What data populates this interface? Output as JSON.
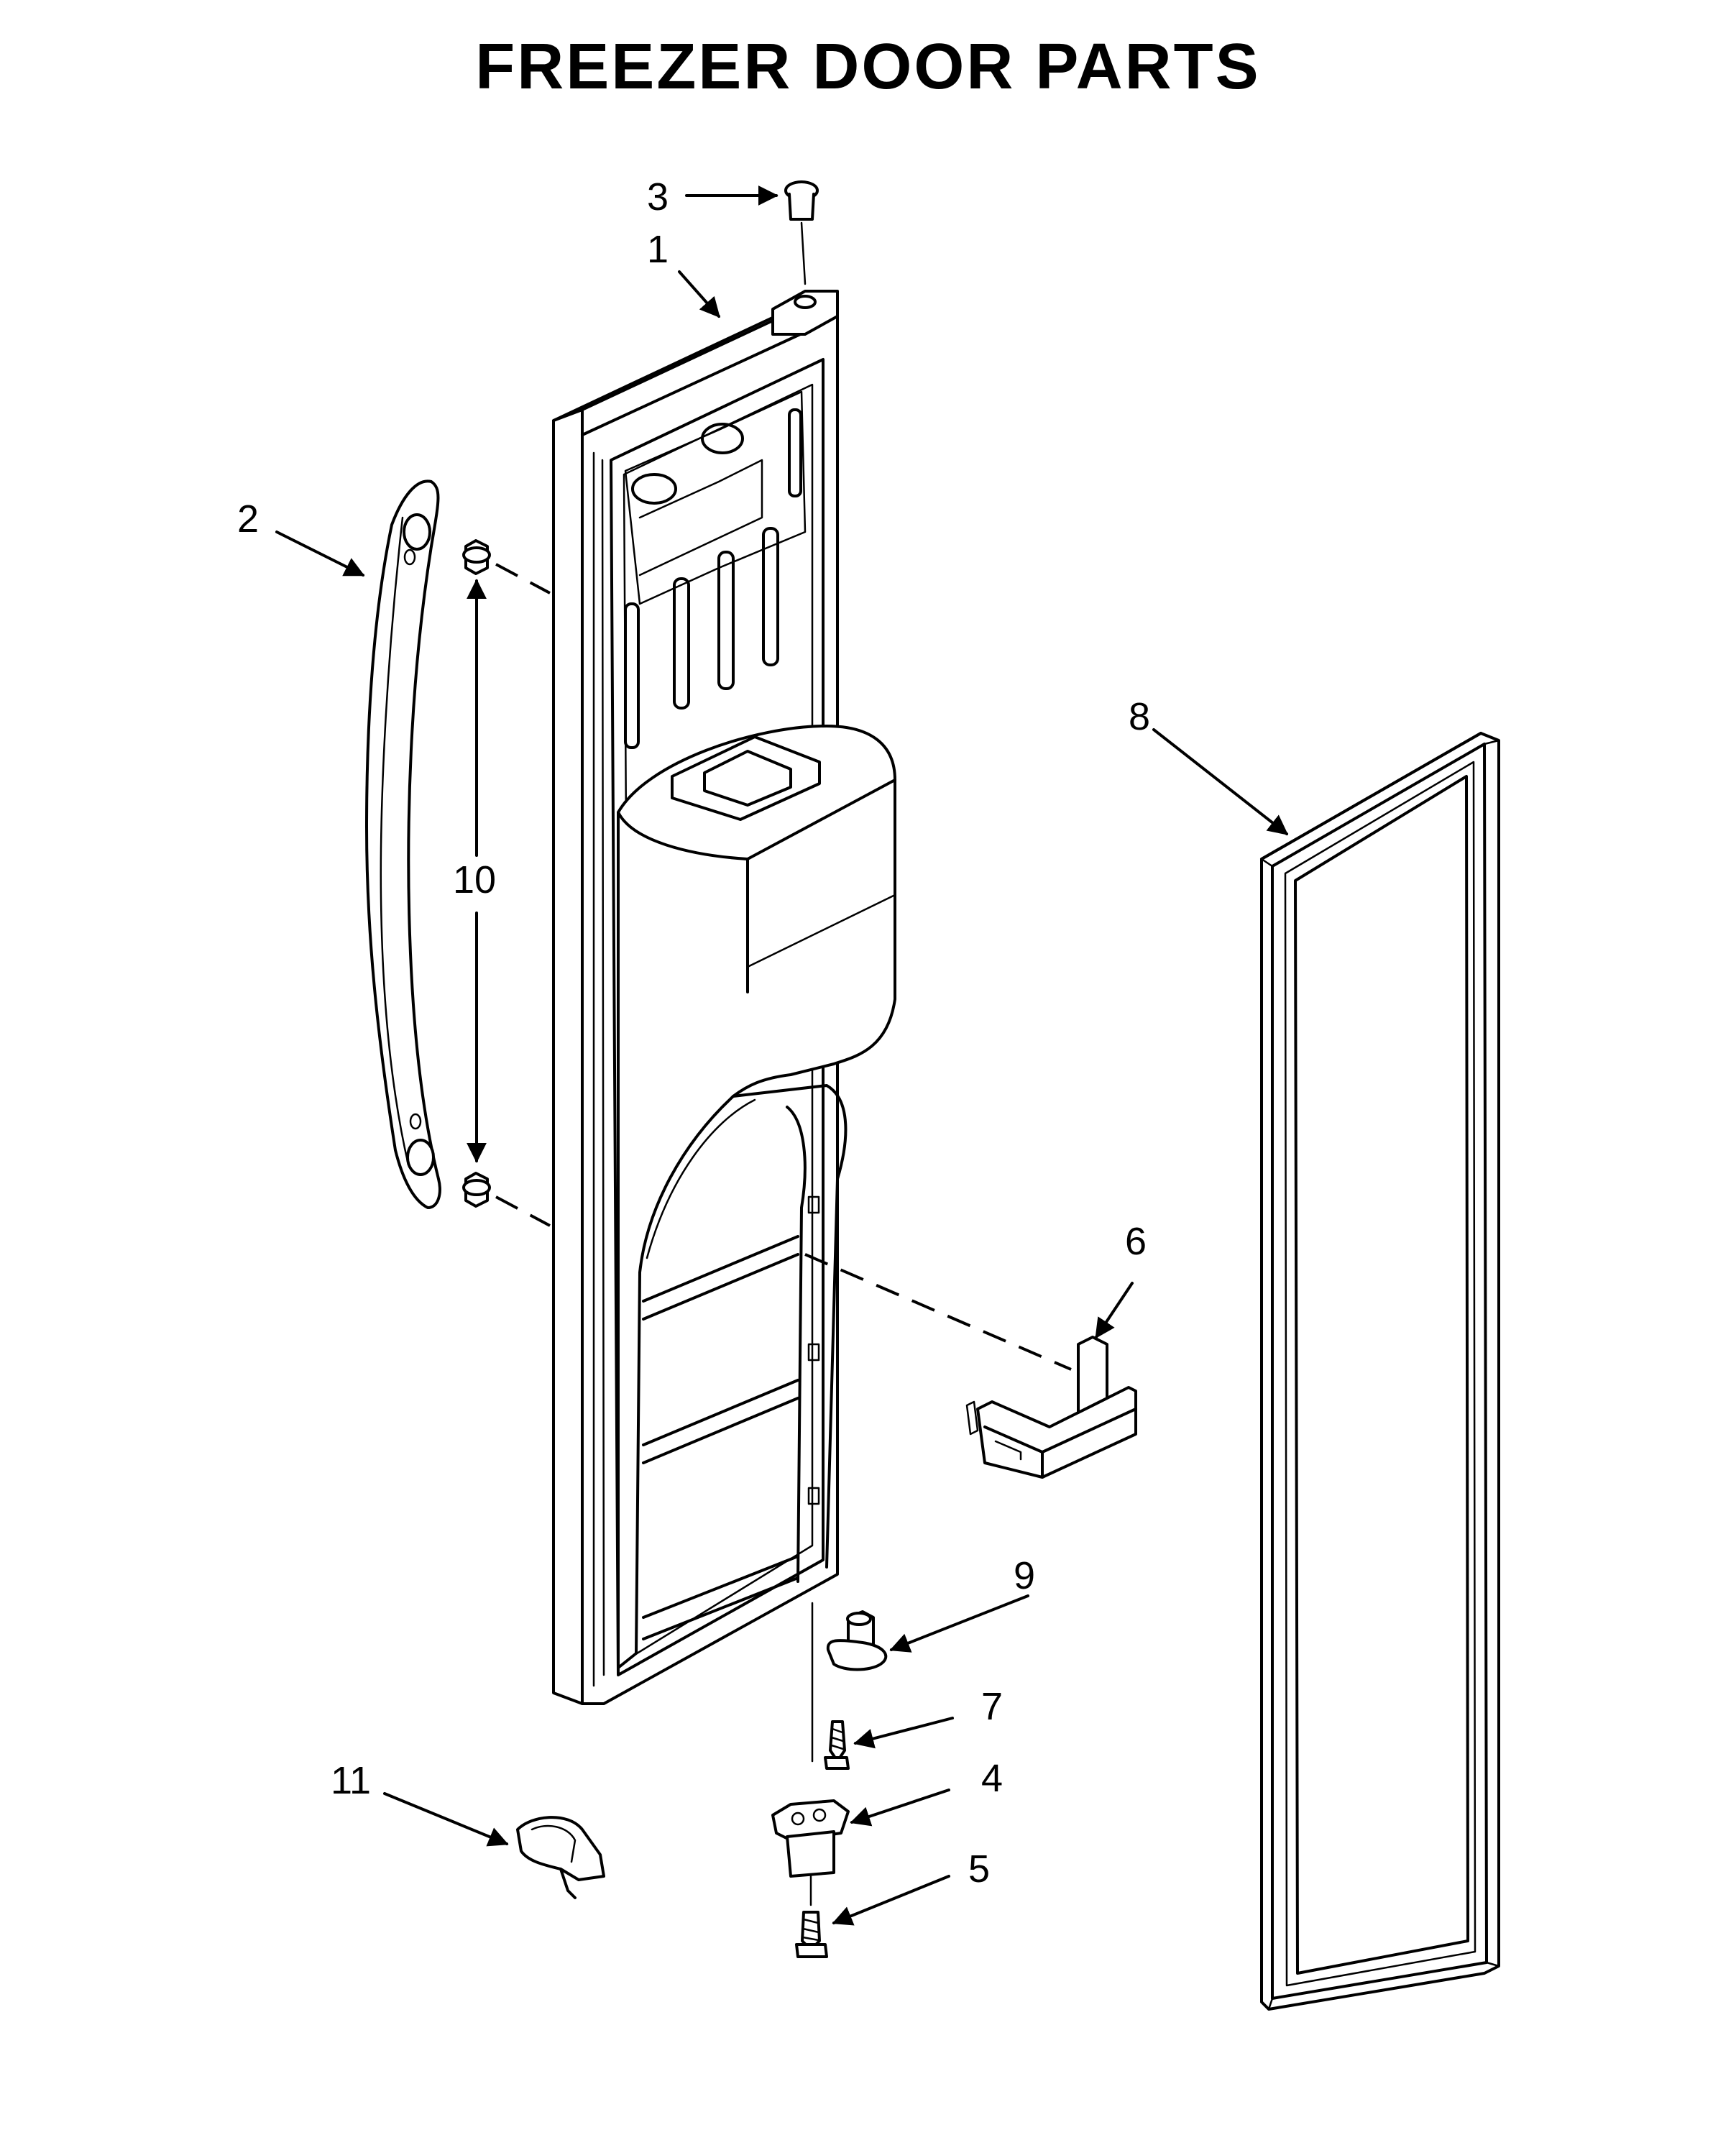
{
  "title": "FREEZER DOOR PARTS",
  "callouts": {
    "door": "1",
    "handle": "2",
    "top_cap": "3",
    "hinge": "4",
    "hinge_screw": "5",
    "bin": "6",
    "bushing_screw": "7",
    "gasket": "8",
    "hinge_pin": "9",
    "handle_studs": "10",
    "wire_clip": "11"
  }
}
